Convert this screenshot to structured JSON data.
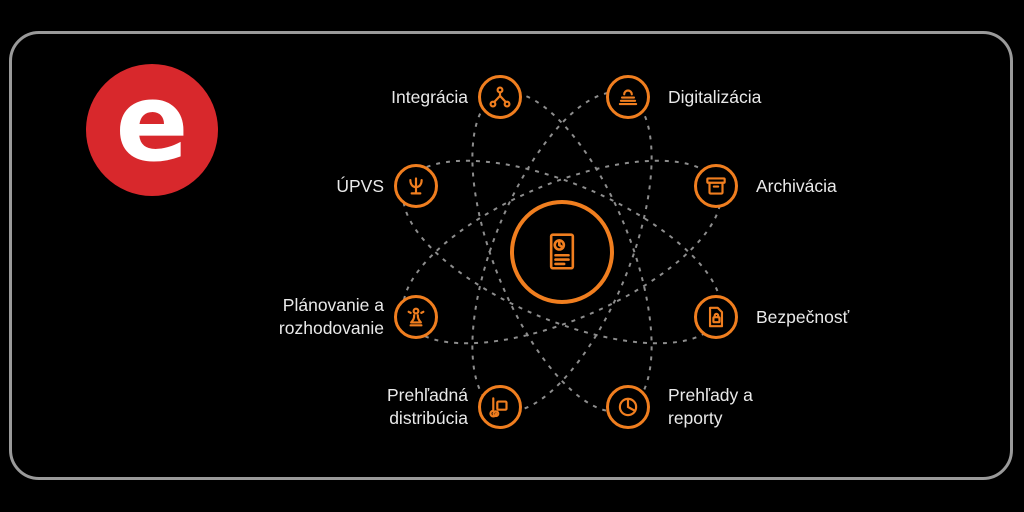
{
  "logo": {
    "letter": "e"
  },
  "colors": {
    "accent_orange": "#f07e1f",
    "logo_red": "#d8282c",
    "orbit_line_gray": "#8d8d8d",
    "label_text": "#e9e9e9",
    "background": "#000000"
  },
  "diagram": {
    "center": {
      "icon": "document-report-icon"
    },
    "nodes": [
      {
        "label": "Integrácia",
        "icon": "integration-icon"
      },
      {
        "label": "Digitalizácia",
        "icon": "digitization-icon"
      },
      {
        "label": "ÚPVS",
        "icon": "upvs-icon"
      },
      {
        "label": "Archivácia",
        "icon": "archive-icon"
      },
      {
        "label": "Plánovanie a rozhodovanie",
        "icon": "planning-icon"
      },
      {
        "label": "Bezpečnosť",
        "icon": "security-icon"
      },
      {
        "label": "Prehľadná distribúcia",
        "icon": "distribution-icon"
      },
      {
        "label": "Prehľady a reporty",
        "icon": "reports-icon"
      }
    ]
  }
}
